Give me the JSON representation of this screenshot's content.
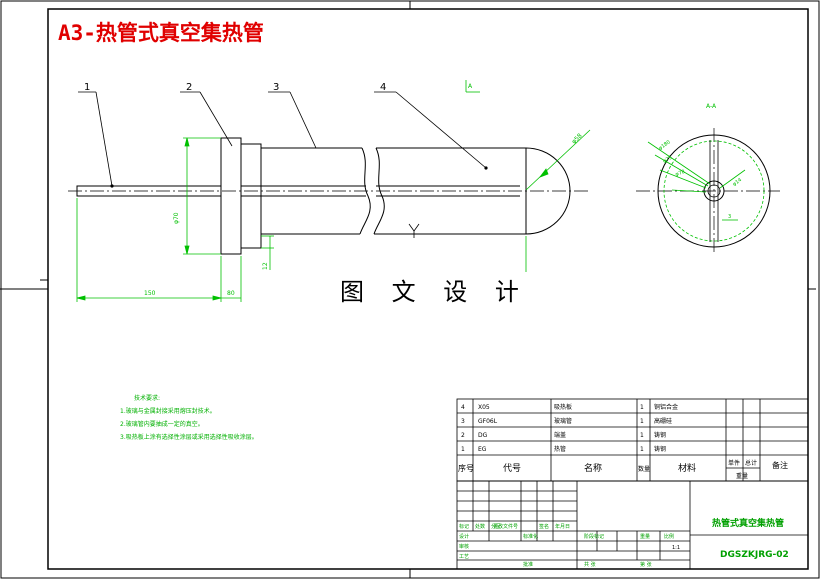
{
  "drawing": {
    "title": "A3-热管式真空集热管",
    "watermark": "图 文 设 计",
    "part_labels": [
      "1",
      "2",
      "3",
      "4"
    ],
    "dimensions": {
      "length_left": "150",
      "length_flange": "80",
      "height_flange": "φ70",
      "small_dim": "12",
      "dia_right": "φ58"
    },
    "section_mark": "A",
    "section_view_label": "A-A",
    "section_dims": [
      "φ180",
      "φ75",
      "φ78",
      "φ14",
      "3"
    ],
    "center_mark": "Y"
  },
  "tech_notes": {
    "heading": "技术要求:",
    "lines": [
      "1.玻璃与金属封接采用熔压封技术。",
      "2.玻璃管内要抽成一定的真空。",
      "3.吸热板上涂有选择性涂层或采用选择性吸收涂层。"
    ]
  },
  "bom": {
    "rows": [
      {
        "no": "4",
        "code": "X05",
        "name": "吸热板",
        "qty": "1",
        "material": "铜铝合金"
      },
      {
        "no": "3",
        "code": "GF06L",
        "name": "玻璃管",
        "qty": "1",
        "material": "高硼硅"
      },
      {
        "no": "2",
        "code": "DG",
        "name": "端盖",
        "qty": "1",
        "material": "铸钢"
      },
      {
        "no": "1",
        "code": "EG",
        "name": "热管",
        "qty": "1",
        "material": "铸钢"
      }
    ],
    "header": {
      "no": "序号",
      "code": "代号",
      "name": "名称",
      "qty": "数量",
      "material": "材料",
      "unit_weight": "单件",
      "total_weight": "总计",
      "weight": "重量",
      "remark": "备注"
    }
  },
  "title_block": {
    "drawing_name": "热管式真空集热管",
    "drawing_code": "DGSZKJRG-02",
    "scale": "1:1",
    "small_labels": [
      "标记",
      "处数",
      "分区",
      "更改文件号",
      "签名",
      "年月日",
      "设计",
      "标准化",
      "阶段标记",
      "重量",
      "比例",
      "审核",
      "工艺",
      "批准",
      "共 张",
      "第 张"
    ]
  }
}
